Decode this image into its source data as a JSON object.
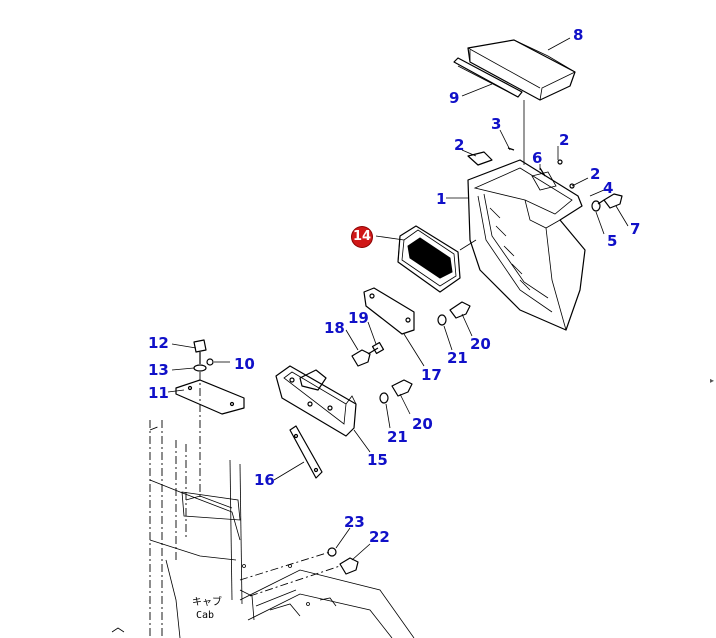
{
  "diagram": {
    "callouts": [
      {
        "id": "c1",
        "label": "1",
        "highlighted": false
      },
      {
        "id": "c2a",
        "label": "2",
        "highlighted": false
      },
      {
        "id": "c2b",
        "label": "2",
        "highlighted": false
      },
      {
        "id": "c2c",
        "label": "2",
        "highlighted": false
      },
      {
        "id": "c3",
        "label": "3",
        "highlighted": false
      },
      {
        "id": "c4",
        "label": "4",
        "highlighted": false
      },
      {
        "id": "c5",
        "label": "5",
        "highlighted": false
      },
      {
        "id": "c6",
        "label": "6",
        "highlighted": false
      },
      {
        "id": "c7",
        "label": "7",
        "highlighted": false
      },
      {
        "id": "c8",
        "label": "8",
        "highlighted": false
      },
      {
        "id": "c9",
        "label": "9",
        "highlighted": false
      },
      {
        "id": "c10",
        "label": "10",
        "highlighted": false
      },
      {
        "id": "c11",
        "label": "11",
        "highlighted": false
      },
      {
        "id": "c12",
        "label": "12",
        "highlighted": false
      },
      {
        "id": "c13",
        "label": "13",
        "highlighted": false
      },
      {
        "id": "c14",
        "label": "14",
        "highlighted": true
      },
      {
        "id": "c15",
        "label": "15",
        "highlighted": false
      },
      {
        "id": "c16",
        "label": "16",
        "highlighted": false
      },
      {
        "id": "c17",
        "label": "17",
        "highlighted": false
      },
      {
        "id": "c18",
        "label": "18",
        "highlighted": false
      },
      {
        "id": "c19",
        "label": "19",
        "highlighted": false
      },
      {
        "id": "c20a",
        "label": "20",
        "highlighted": false
      },
      {
        "id": "c20b",
        "label": "20",
        "highlighted": false
      },
      {
        "id": "c21a",
        "label": "21",
        "highlighted": false
      },
      {
        "id": "c21b",
        "label": "21",
        "highlighted": false
      },
      {
        "id": "c22",
        "label": "22",
        "highlighted": false
      },
      {
        "id": "c23",
        "label": "23",
        "highlighted": false
      }
    ],
    "cab_label_line1": "キャブ",
    "cab_label_line2": "Cab",
    "colors": {
      "callout_text": "#1010c8",
      "highlight_badge": "#d01818",
      "line_art": "#000000"
    }
  }
}
